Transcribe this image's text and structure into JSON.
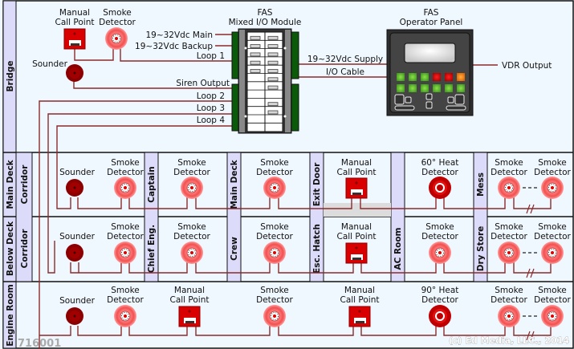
{
  "zones": {
    "bridge": "Bridge",
    "main_deck": "Main Deck",
    "below_deck": "Below Deck",
    "engine_room": "Engine Room"
  },
  "rooms": {
    "main_deck": [
      "Corridor",
      "Captain",
      "Main Deck",
      "Exit Door",
      "",
      "Mess"
    ],
    "below_deck": [
      "Corridor",
      "Chief Eng.",
      "Crew",
      "Esc. Hatch",
      "AC Room",
      "Dry Store"
    ]
  },
  "bridge": {
    "manual_call_point": [
      "Manual",
      "Call Point"
    ],
    "smoke_detector": [
      "Smoke",
      "Detector"
    ],
    "sounder": "Sounder",
    "module_title": [
      "FAS",
      "Mixed I/O Module"
    ],
    "panel_title": [
      "FAS",
      "Operator Panel"
    ],
    "module_inputs": [
      "19~32Vdc Main",
      "19~32Vdc Backup",
      "Loop 1",
      "Siren Output",
      "Loop 2",
      "Loop 3",
      "Loop 4"
    ],
    "panel_links": [
      "19~32Vdc Supply",
      "I/O Cable"
    ],
    "vdr_output": "VDR Output",
    "panel_leds": [
      "green",
      "green",
      "green",
      "red",
      "red",
      "orange",
      "green",
      "green",
      "green",
      "green",
      "green",
      "green"
    ]
  },
  "devices": {
    "sounder": "Sounder",
    "smoke": [
      "Smoke",
      "Detector"
    ],
    "mcp": [
      "Manual",
      "Call Point"
    ],
    "heat60": [
      "60° Heat",
      "Detector"
    ],
    "heat90": [
      "90° Heat",
      "Detector"
    ]
  },
  "colors": {
    "wire": "#8b2a2a",
    "tab": "#dcdcfa",
    "background": "#f0f8ff",
    "module_green": "#0a5a0a",
    "panel_body": "#3a3a3a"
  },
  "footer": {
    "code": "716001",
    "copyright": "(c) Ed Media, LLC., 2014"
  }
}
